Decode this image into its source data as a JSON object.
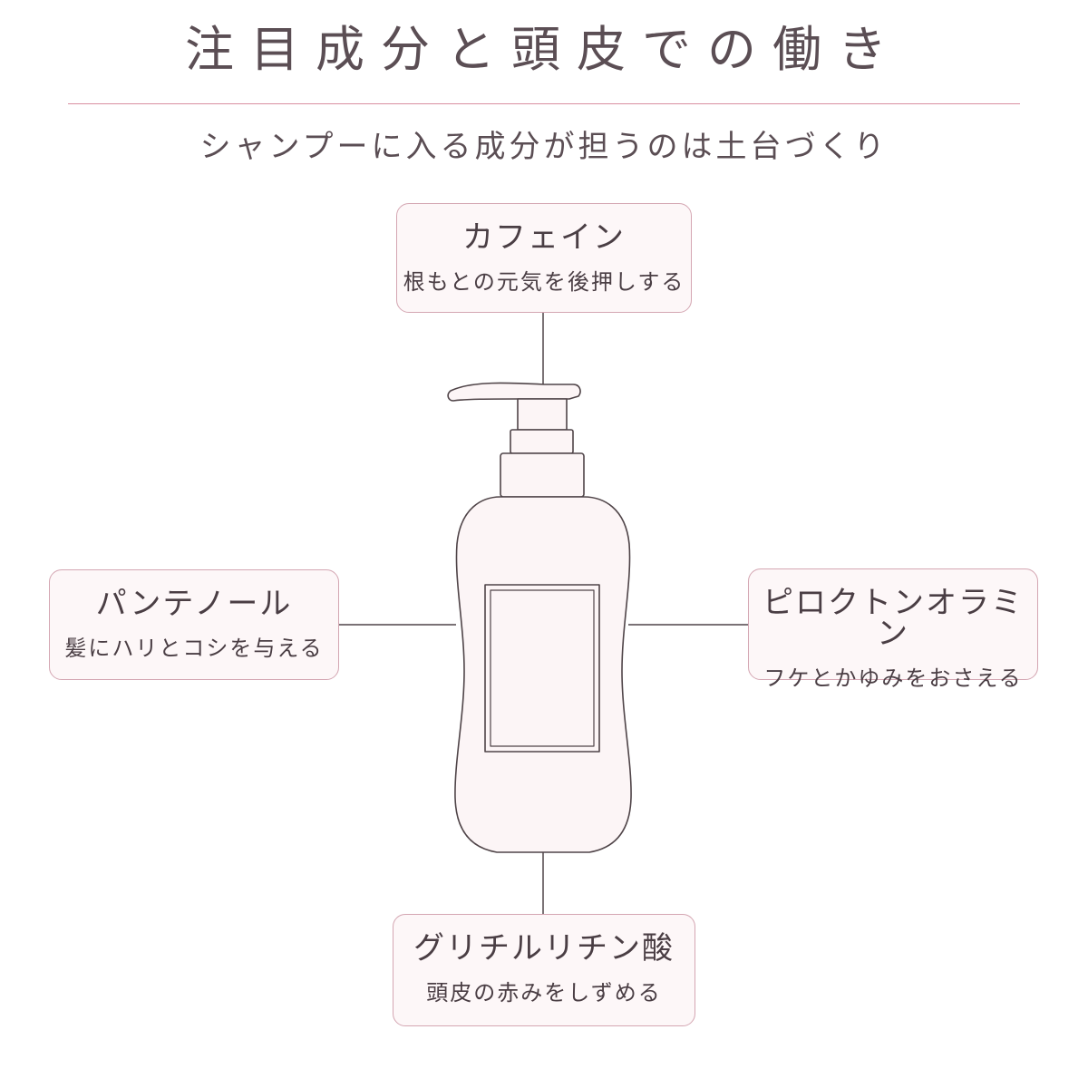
{
  "header": {
    "title": "注目成分と頭皮での働き",
    "subtitle": "シャンプーに入る成分が担うのは土台づくり"
  },
  "ingredients": {
    "top": {
      "name": "カフェイン",
      "effect": "根もとの元気を後押しする"
    },
    "left": {
      "name": "パンテノール",
      "effect": "髪にハリとコシを与える"
    },
    "right": {
      "name": "ピロクトンオラミン",
      "effect": "フケとかゆみをおさえる"
    },
    "bottom": {
      "name": "グリチルリチン酸",
      "effect": "頭皮の赤みをしずめる"
    }
  },
  "colors": {
    "accent_rule": "#d98ea0",
    "box_border": "#d4a6b2",
    "box_fill": "#fdf7f8",
    "bottle_stroke": "#4f4448",
    "bottle_fill": "#fcf5f6",
    "text": "#4a3e44"
  },
  "icons": {
    "center": "shampoo-pump-bottle-icon"
  }
}
